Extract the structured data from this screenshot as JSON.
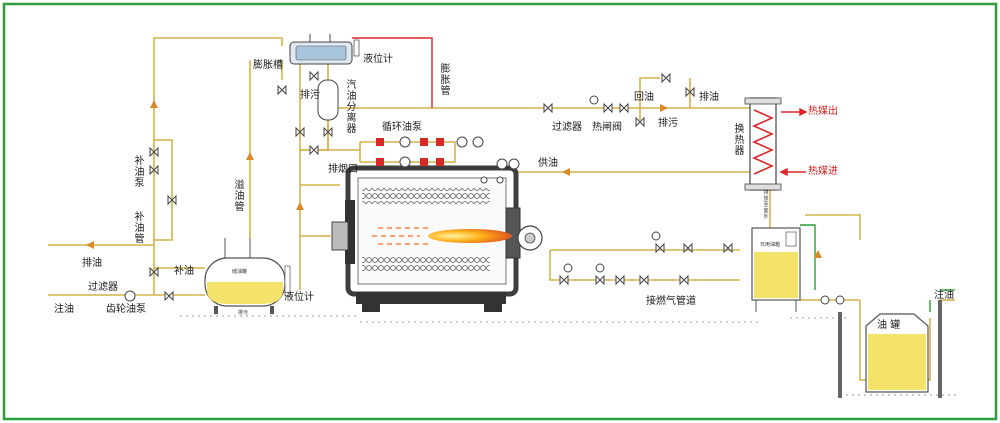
{
  "labels": {
    "expansion_tank": "膨胀槽",
    "level_gauge_top": "液位计",
    "expansion_pipe": "膨胀管",
    "blowdown_top": "排污",
    "vapor_oil_separator": "汽油分离器",
    "circulating_pump": "循环油泵",
    "oil_return": "回油",
    "drain_right": "排油",
    "filter_right": "过滤器",
    "thermal_valve": "热闸阀",
    "blowdown_right": "排污",
    "heat_exchanger": "换热器",
    "heat_out": "热媒出",
    "heat_in": "热媒进",
    "makeup_pump": "补油泵",
    "makeup_pipe": "补油管",
    "overflow_pipe": "溢油管",
    "exhaust_port": "排烟口",
    "oil_supply": "供油",
    "drain_left": "排油",
    "makeup_oil": "补油",
    "fill_oil_left": "注油",
    "filter_left": "过滤器",
    "gear_pump": "齿轮油泵",
    "level_gauge_bottom": "液位计",
    "fuel_gas_pipeline": "接燃气管道",
    "fill_oil_right": "注油",
    "oil_tank": "油 罐",
    "storage_tank_small": "储油罐",
    "storage_drain_small": "排污",
    "daily_tank_small": "日用油箱",
    "daily_tank_side_small": "排放至室外"
  },
  "colors": {
    "frame_green": "#2e9e3a",
    "pipe_yellow": "#d4b24a",
    "pipe_red": "#d82828",
    "pipe_dark": "#444444",
    "oil_fill": "#f3e36b",
    "flame": "#ffb11a"
  },
  "icons": [
    "valve-icon",
    "pump-icon",
    "gauge-icon",
    "arrow-icon"
  ]
}
